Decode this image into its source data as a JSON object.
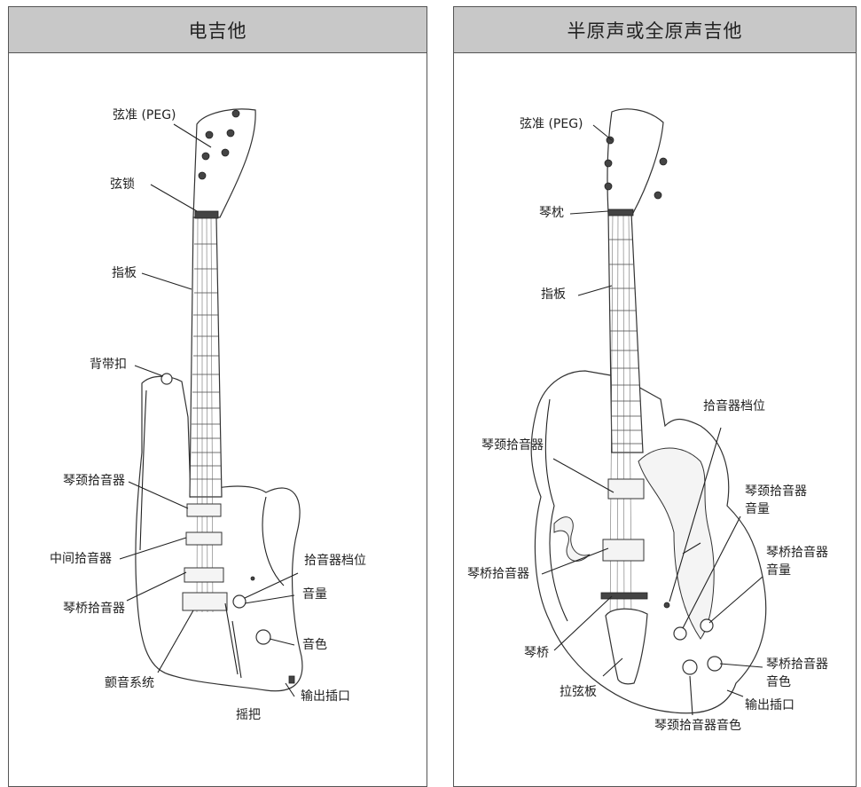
{
  "panels": {
    "electric": {
      "title": "电吉他",
      "labels": {
        "peg": "弦准 (PEG)",
        "string_lock": "弦锁",
        "fingerboard": "指板",
        "strap_button": "背带扣",
        "neck_pickup": "琴颈拾音器",
        "middle_pickup": "中间拾音器",
        "bridge_pickup": "琴桥拾音器",
        "tremolo": "颤音系统",
        "tremolo_arm": "摇把",
        "pickup_selector": "拾音器档位",
        "volume": "音量",
        "tone": "音色",
        "output_jack": "输出插口"
      }
    },
    "acoustic": {
      "title": "半原声或全原声吉他",
      "labels": {
        "peg": "弦准 (PEG)",
        "nut": "琴枕",
        "fingerboard": "指板",
        "pickup_selector": "拾音器档位",
        "neck_pickup": "琴颈拾音器",
        "neck_volume_1": "琴颈拾音器",
        "neck_volume_2": "音量",
        "bridge_volume_1": "琴桥拾音器",
        "bridge_volume_2": "音量",
        "bridge_pickup": "琴桥拾音器",
        "bridge": "琴桥",
        "bridge_tone_1": "琴桥拾音器",
        "bridge_tone_2": "音色",
        "tailpiece": "拉弦板",
        "output_jack": "输出插口",
        "neck_tone": "琴颈拾音器音色"
      }
    }
  }
}
